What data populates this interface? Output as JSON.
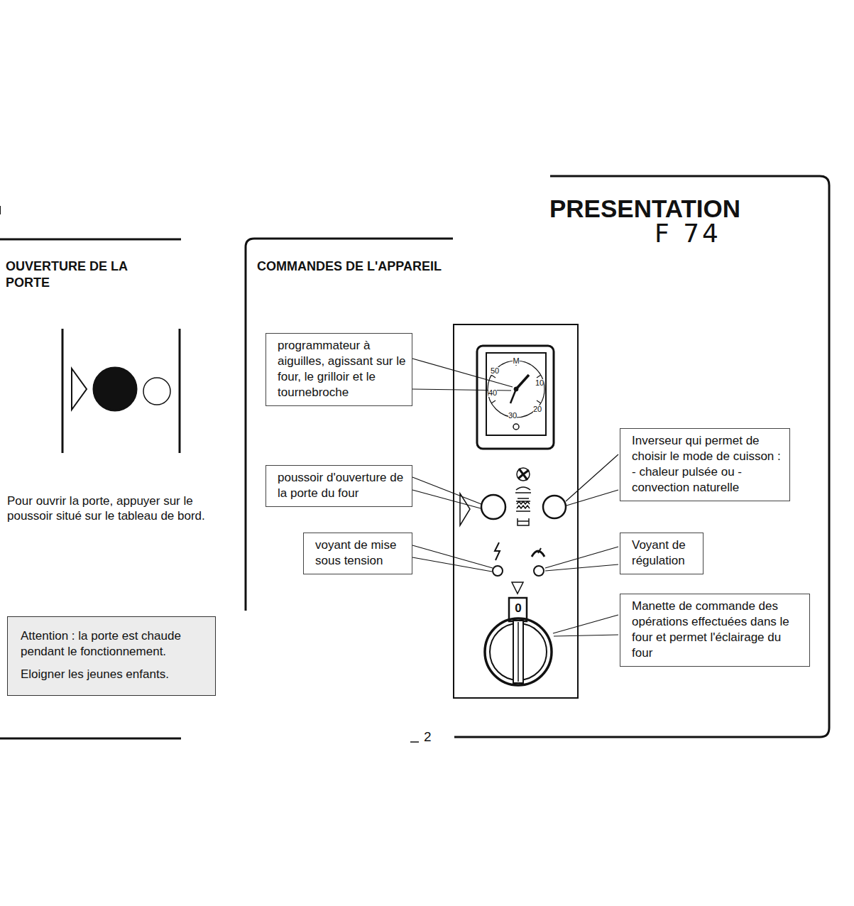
{
  "diagram": {
    "title": "PRESENTATION",
    "nodes": [
      {
        "text": [
          "programmateur à aiguilles, agissant sur le four, le grilloir et le tournebroche"
        ]
      },
      {
        "text": [
          "poussoir d'ouverture de la porte du four"
        ]
      },
      {
        "text": [
          "voyant de mise sous tension"
        ]
      },
      {
        "text": [
          "Inverseur qui permet de choisir le mode de cuisson : - chaleur pulsée ou - convection naturelle"
        ]
      },
      {
        "text": [
          "Voyant de régulation"
        ]
      },
      {
        "text": [
          "Manette de commande des opérations effectuées dans le four et permet l'éclairage du four"
        ]
      },
      {
        "text": [
          "Attention : la porte est chaude pendant le fonctionnement.",
          "Eloigner les jeunes enfants."
        ]
      }
    ],
    "labels": [
      "F 74",
      "OUVERTURE DE LA PORTE",
      "COMMANDES DE L'APPAREIL",
      "Pour ouvrir la porte, appuyer sur le poussoir situé sur le tableau de bord.",
      "50",
      "M",
      "10",
      "40",
      "20",
      "30",
      "0",
      "2"
    ]
  }
}
